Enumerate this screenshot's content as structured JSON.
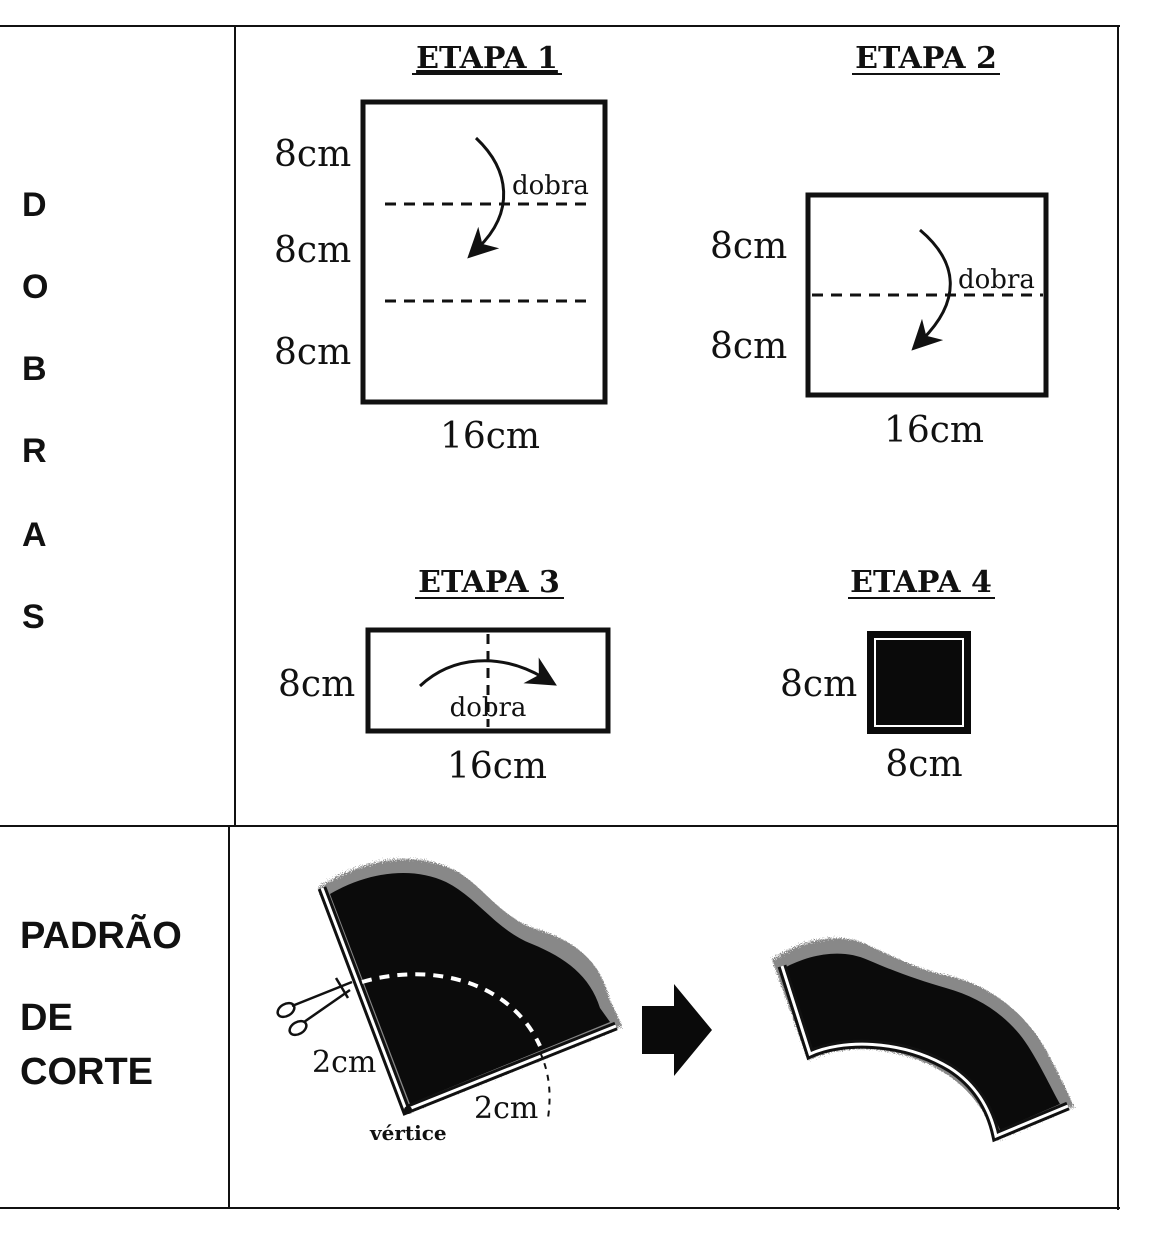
{
  "side_labels": {
    "dobras_letters": [
      "D",
      "O",
      "B",
      "R",
      "A",
      "S"
    ],
    "padrao_line1": "PADRÃO",
    "padrao_line2": "DE",
    "padrao_line3": "CORTE"
  },
  "etapa1": {
    "title": "ETAPA 1",
    "dim_top": "8cm",
    "dim_middle": "8cm",
    "dim_bottom": "8cm",
    "dim_width": "16cm",
    "fold_label": "dobra"
  },
  "etapa2": {
    "title": "ETAPA 2",
    "dim_top": "8cm",
    "dim_bottom": "8cm",
    "dim_width": "16cm",
    "fold_label": "dobra"
  },
  "etapa3": {
    "title": "ETAPA 3",
    "dim_height": "8cm",
    "dim_width": "16cm",
    "fold_label": "dobra"
  },
  "etapa4": {
    "title": "ETAPA 4",
    "dim_height": "8cm",
    "dim_width": "8cm"
  },
  "corte": {
    "dim_side": "2cm",
    "dim_bottom": "2cm",
    "vertex_label": "vértice",
    "scissors_icon": "scissors-icon",
    "arrow_icon": "right-arrow-icon"
  }
}
